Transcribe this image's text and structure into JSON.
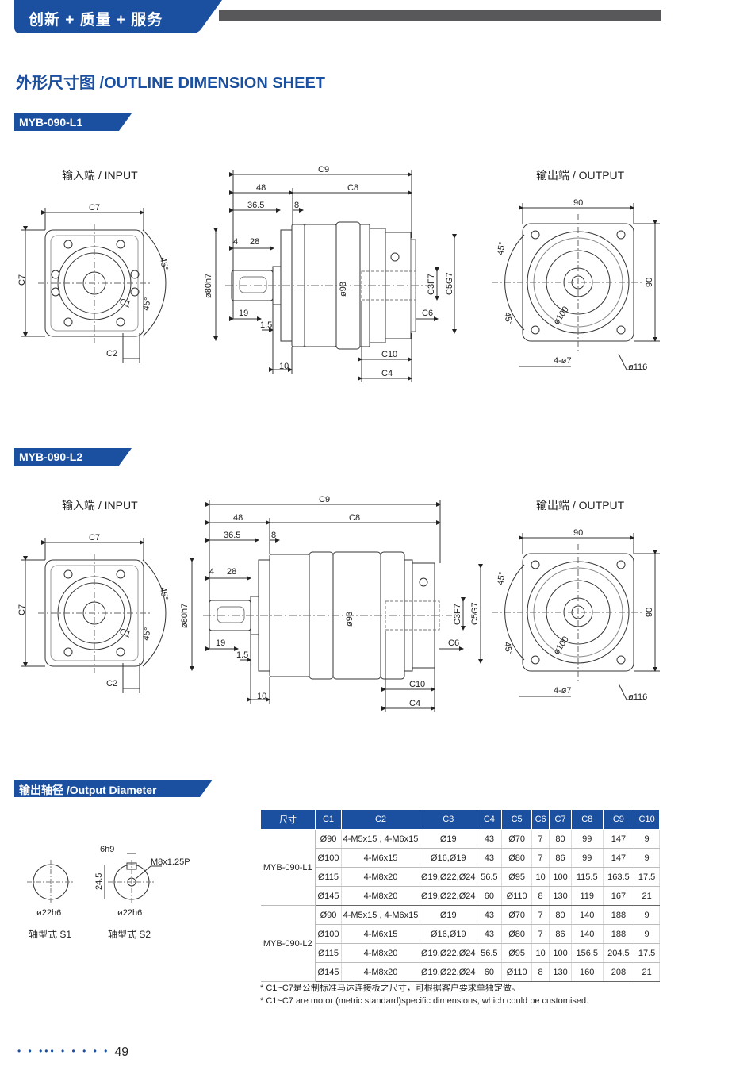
{
  "header": {
    "banner": "创新 + 质量 + 服务",
    "title": "外形尺寸图 /OUTLINE DIMENSION SHEET"
  },
  "models": [
    {
      "tag": "MYB-090-L1",
      "input_label": "输入端 / INPUT",
      "output_label": "输出端 / OUTPUT",
      "dims": {
        "c9": "C9",
        "c8": "C8",
        "c7": "C7",
        "c2": "C2",
        "c1": "C1",
        "c3": "C3F7",
        "c5": "C5G7",
        "c6": "C6",
        "c10": "C10",
        "c4": "C4",
        "d48": "48",
        "d36": "36.5",
        "d8": "8",
        "d4": "4",
        "d28": "28",
        "d19": "19",
        "d15": "1.5",
        "d10": "10",
        "d80": "ø80h7",
        "d93": "ø93",
        "d90a": "90",
        "d90b": "90",
        "d100": "ø100",
        "d116": "ø116",
        "holes": "4-ø7",
        "a45a": "45°",
        "a45b": "45°",
        "a45c": "45°",
        "a45d": "45°"
      }
    },
    {
      "tag": "MYB-090-L2",
      "input_label": "输入端 / INPUT",
      "output_label": "输出端 / OUTPUT",
      "dims": {
        "c9": "C9",
        "c8": "C8",
        "c7": "C7",
        "c2": "C2",
        "c1": "C1",
        "c3": "C3F7",
        "c5": "C5G7",
        "c6": "C6",
        "c10": "C10",
        "c4": "C4",
        "d48": "48",
        "d36": "36.5",
        "d8": "8",
        "d4": "4",
        "d28": "28",
        "d19": "19",
        "d15": "1.5",
        "d10": "10",
        "d80": "ø80h7",
        "d93": "ø93",
        "d90a": "90",
        "d90b": "90",
        "d100": "ø100",
        "d116": "ø116",
        "holes": "4-ø7",
        "a45a": "45°",
        "a45b": "45°",
        "a45c": "45°",
        "a45d": "45°"
      }
    }
  ],
  "output_diameter": {
    "tag": "输出轴径 /Output Diameter",
    "s1": {
      "label": "轴型式  S1",
      "dia": "ø22h6"
    },
    "s2": {
      "label": "轴型式  S2",
      "dia": "ø22h6",
      "key": "6h9",
      "height": "24.5",
      "thread": "M8x1.25P"
    }
  },
  "table": {
    "headers": [
      "尺寸",
      "C1",
      "C2",
      "C3",
      "C4",
      "C5",
      "C6",
      "C7",
      "C8",
      "C9",
      "C10"
    ],
    "groups": [
      {
        "model": "MYB-090-L1",
        "rows": [
          [
            "Ø90",
            "4-M5x15 , 4-M6x15",
            "Ø19",
            "43",
            "Ø70",
            "7",
            "80",
            "99",
            "147",
            "9"
          ],
          [
            "Ø100",
            "4-M6x15",
            "Ø16,Ø19",
            "43",
            "Ø80",
            "7",
            "86",
            "99",
            "147",
            "9"
          ],
          [
            "Ø115",
            "4-M8x20",
            "Ø19,Ø22,Ø24",
            "56.5",
            "Ø95",
            "10",
            "100",
            "115.5",
            "163.5",
            "17.5"
          ],
          [
            "Ø145",
            "4-M8x20",
            "Ø19,Ø22,Ø24",
            "60",
            "Ø110",
            "8",
            "130",
            "119",
            "167",
            "21"
          ]
        ]
      },
      {
        "model": "MYB-090-L2",
        "rows": [
          [
            "Ø90",
            "4-M5x15 , 4-M6x15",
            "Ø19",
            "43",
            "Ø70",
            "7",
            "80",
            "140",
            "188",
            "9"
          ],
          [
            "Ø100",
            "4-M6x15",
            "Ø16,Ø19",
            "43",
            "Ø80",
            "7",
            "86",
            "140",
            "188",
            "9"
          ],
          [
            "Ø115",
            "4-M8x20",
            "Ø19,Ø22,Ø24",
            "56.5",
            "Ø95",
            "10",
            "100",
            "156.5",
            "204.5",
            "17.5"
          ],
          [
            "Ø145",
            "4-M8x20",
            "Ø19,Ø22,Ø24",
            "60",
            "Ø110",
            "8",
            "130",
            "160",
            "208",
            "21"
          ]
        ]
      }
    ]
  },
  "notes": [
    "* C1~C7是公制标准马达连接板之尺寸，可根据客户要求单独定做。",
    "* C1~C7 are motor (metric standard)specific dimensions, which could be customised."
  ],
  "footer": {
    "dots": "• • ••• • • • • •",
    "page": "49"
  },
  "colors": {
    "brand_blue": "#1b4fa0",
    "bar_gray": "#58585a"
  }
}
